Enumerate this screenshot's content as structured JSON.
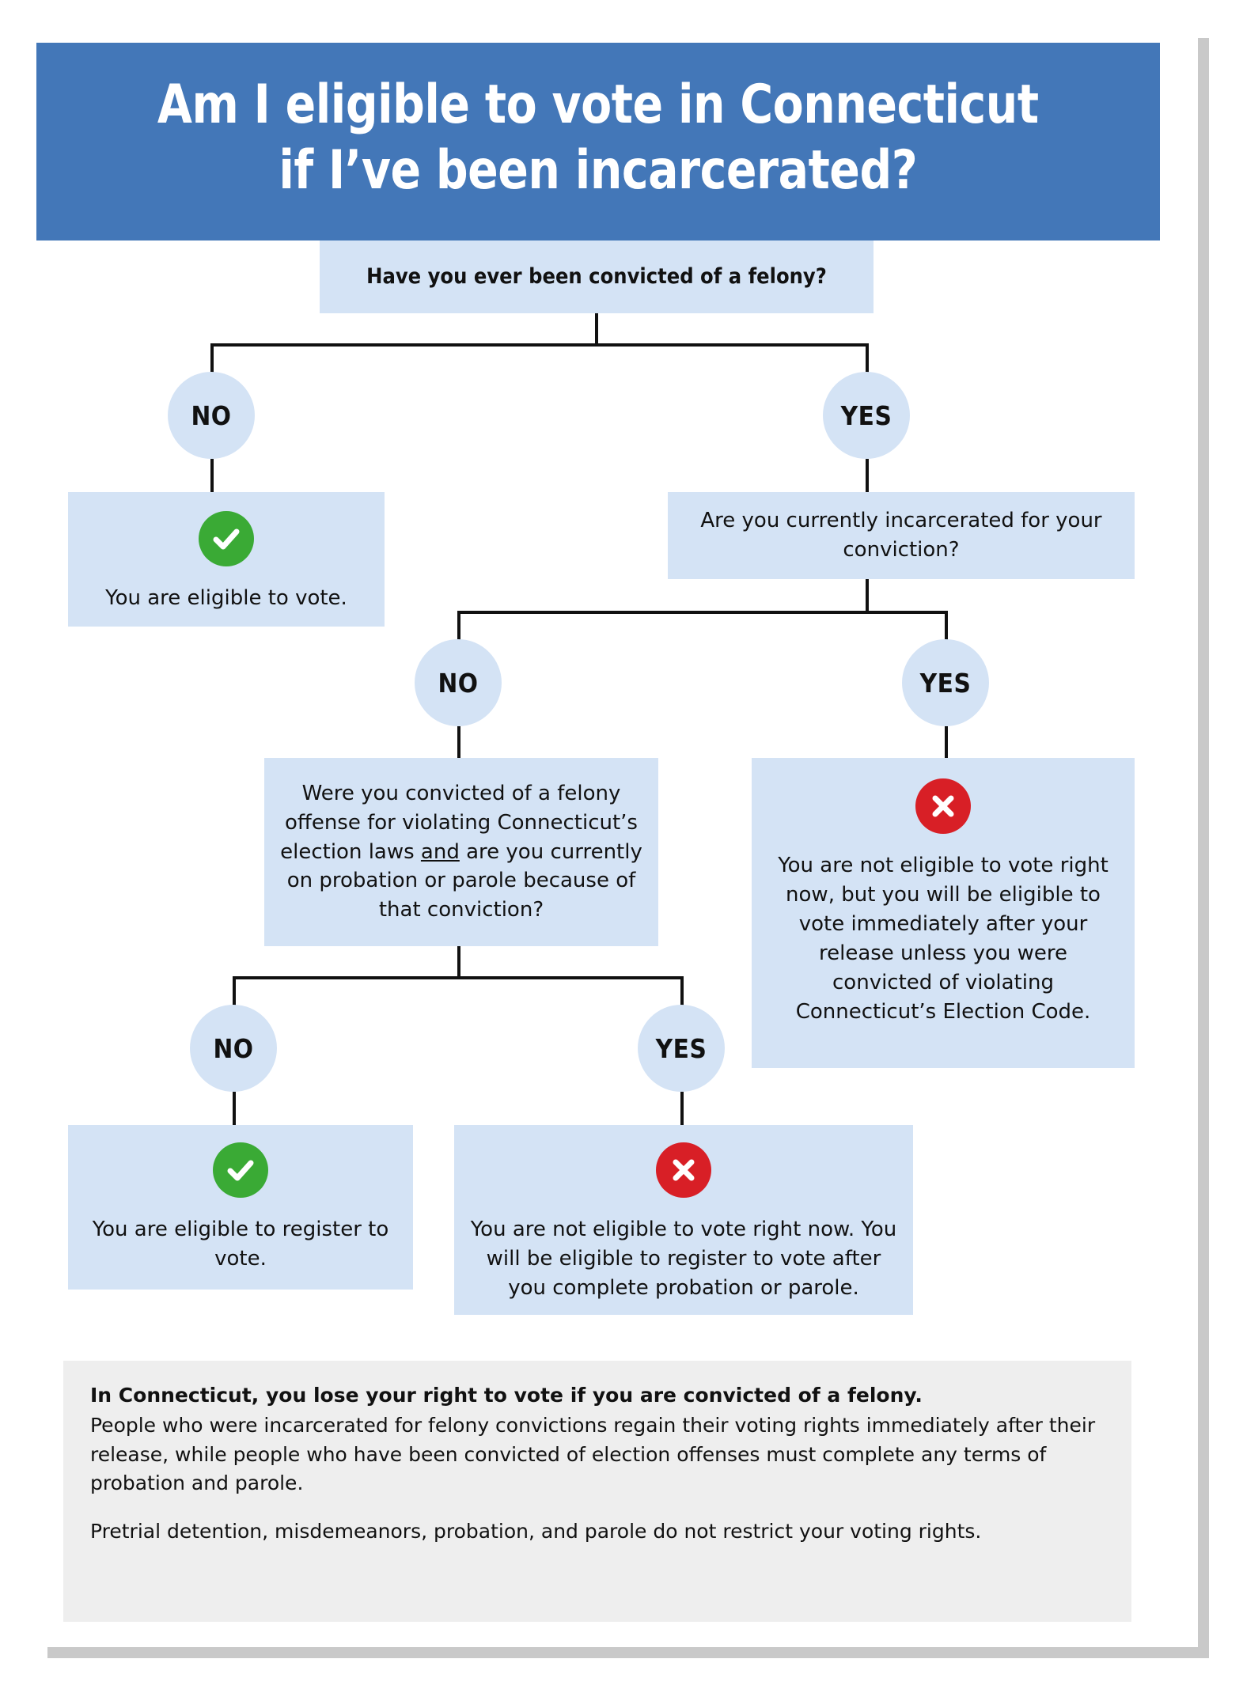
{
  "header": {
    "line1": "Am I eligible to vote in Connecticut",
    "line2": "if I’ve been incarcerated?",
    "bg_color": "#4377b8",
    "text_color": "#ffffff"
  },
  "colors": {
    "box_blue": "#d4e3f5",
    "header_blue": "#4377b8",
    "check_green": "#3aaa35",
    "x_red": "#d81f26",
    "footer_gray": "#eeeeee",
    "line_black": "#111111"
  },
  "flow": {
    "q1": {
      "text": "Have you ever been convicted of a felony?"
    },
    "q1_no_label": "NO",
    "q1_yes_label": "YES",
    "r_eligible_vote": {
      "icon": "check-circle-icon",
      "text": "You are eligible to vote."
    },
    "q2": {
      "text": "Are you currently incarcerated for your conviction?"
    },
    "q2_no_label": "NO",
    "q2_yes_label": "YES",
    "r_incarcerated": {
      "icon": "x-circle-icon",
      "text": "You are not eligible to vote right now, but you will be eligible to vote immediately after your release unless you were convicted of violating Connecticut’s Election Code."
    },
    "q3": {
      "part1": "Were you convicted of a felony offense for violating Connecticut’s election laws ",
      "emphasis": "and",
      "part2": " are you currently on probation or parole because of that conviction?"
    },
    "q3_no_label": "NO",
    "q3_yes_label": "YES",
    "r_eligible_register": {
      "icon": "check-circle-icon",
      "text": "You are eligible to register to vote."
    },
    "r_not_eligible_parole": {
      "icon": "x-circle-icon",
      "text": "You are not eligible to vote right now. You will be eligible to register to vote after you complete probation or parole."
    }
  },
  "footer": {
    "lead": "In Connecticut, you lose your right to vote if you are convicted of a felony.",
    "paragraph1": "People who were incarcerated for felony convictions regain their voting rights immediately after their release, while people who have been convicted of election offenses must complete any terms of probation and parole.",
    "paragraph2": "Pretrial detention, misdemeanors, probation, and parole do not restrict your voting rights."
  }
}
